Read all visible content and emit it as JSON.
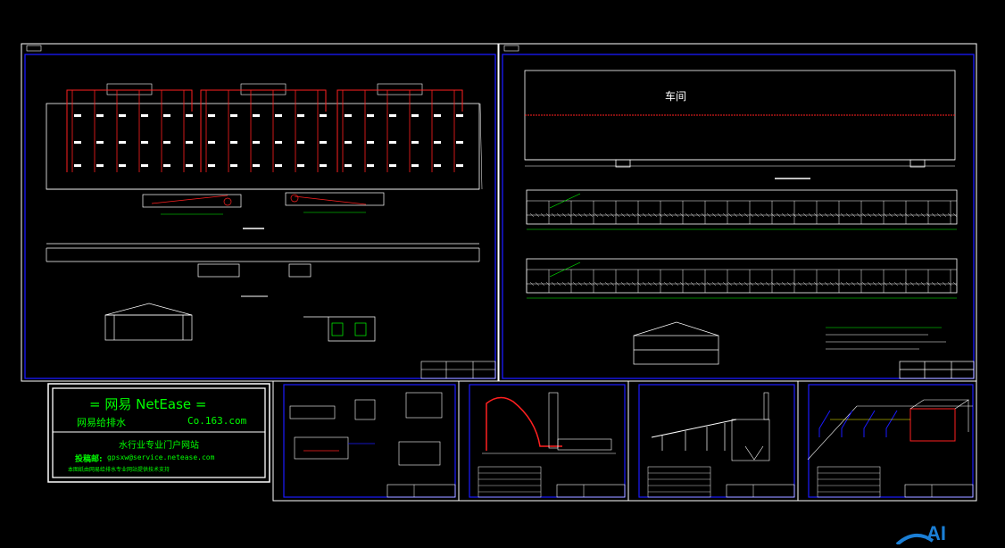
{
  "drawing": {
    "room_label": "车间"
  },
  "logo_panel": {
    "title": "= 网易 NetEase =",
    "subtitle_left": "网易给排水",
    "subtitle_right": "Co.163.com",
    "tagline": "水行业专业门户网站",
    "contact_label": "投稿邮:",
    "contact_email": "gpsxw@service.netease.com",
    "note": "本图纸由网易给排水专业网站提供技术支持"
  },
  "colors": {
    "background": "#000000",
    "frame": "#ffffff",
    "border": "#1a1aff",
    "pipe": "#ff2020",
    "text_green": "#00ff00",
    "text_yellow": "#ffff00",
    "text_white": "#ffffff"
  }
}
